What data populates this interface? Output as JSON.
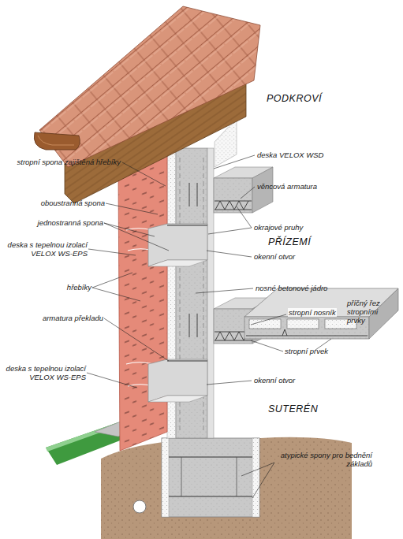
{
  "diagram": {
    "labels": [
      "PODKROVÍ",
      "deska VELOX WSD",
      "stropní spona zajištěná hřebíky",
      "věncová armatura",
      "oboustranná spona",
      "jednostranná spona",
      "okrajové pruhy",
      "deska s tepelnou izolací VELOX WS-EPS",
      "PŘÍZEMÍ",
      "okenní otvor",
      "nosné betonové jádro",
      "hřebíky",
      "stropní nosník",
      "příčný řez stropními prvky",
      "armatura překladu",
      "stropní prvek",
      "deska s tepelnou izolací VELOX WS-EPS",
      "okenní otvor",
      "SUTERÉN",
      "atypické spony pro bednění základů"
    ]
  }
}
